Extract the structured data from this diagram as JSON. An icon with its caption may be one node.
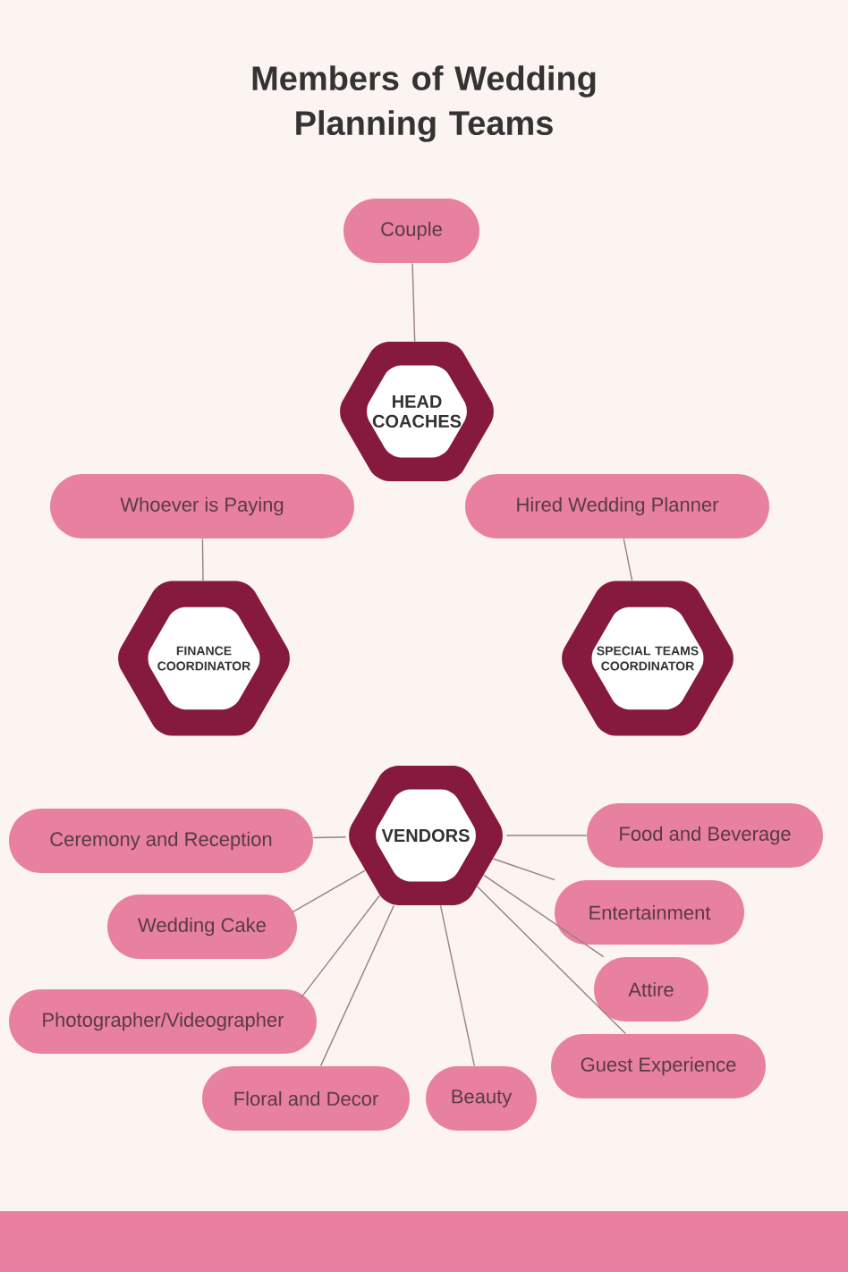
{
  "diagram": {
    "title": "Members of Wedding Planning Teams",
    "nodes": [
      {
        "text": [
          "Couple"
        ]
      },
      {
        "text": [
          "HEAD COACHES"
        ]
      },
      {
        "text": [
          "Whoever is Paying"
        ]
      },
      {
        "text": [
          "Hired Wedding Planner"
        ]
      },
      {
        "text": [
          "FINANCE COORDINATOR"
        ]
      },
      {
        "text": [
          "SPECIAL TEAMS COORDINATOR"
        ]
      },
      {
        "text": [
          "VENDORS"
        ]
      },
      {
        "text": [
          "Ceremony and Reception"
        ]
      },
      {
        "text": [
          "Food and Beverage"
        ]
      },
      {
        "text": [
          "Wedding Cake"
        ]
      },
      {
        "text": [
          "Entertainment"
        ]
      },
      {
        "text": [
          "Attire"
        ]
      },
      {
        "text": [
          "Photographer/Videographer"
        ]
      },
      {
        "text": [
          "Guest Experience"
        ]
      },
      {
        "text": [
          "Floral and Decor"
        ]
      },
      {
        "text": [
          "Beauty"
        ]
      }
    ],
    "edges": [
      {
        "from": 0,
        "to": 1,
        "arrow": "none"
      },
      {
        "from": 2,
        "to": 4,
        "arrow": "none"
      },
      {
        "from": 3,
        "to": 5,
        "arrow": "none"
      },
      {
        "from": 6,
        "to": 7,
        "arrow": "none"
      },
      {
        "from": 6,
        "to": 8,
        "arrow": "none"
      },
      {
        "from": 6,
        "to": 9,
        "arrow": "none"
      },
      {
        "from": 6,
        "to": 10,
        "arrow": "none"
      },
      {
        "from": 6,
        "to": 11,
        "arrow": "none"
      },
      {
        "from": 6,
        "to": 12,
        "arrow": "none"
      },
      {
        "from": 6,
        "to": 13,
        "arrow": "none"
      },
      {
        "from": 6,
        "to": 14,
        "arrow": "none"
      },
      {
        "from": 6,
        "to": 15,
        "arrow": "none"
      }
    ]
  }
}
